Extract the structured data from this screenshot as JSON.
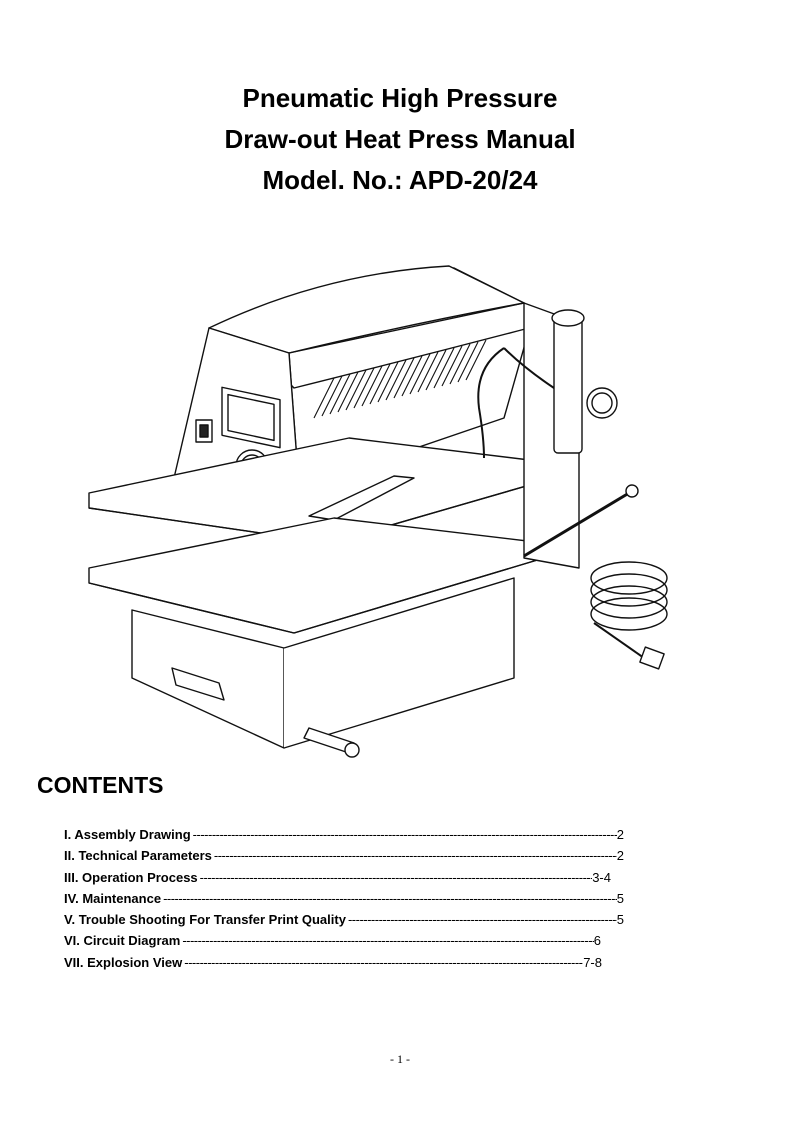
{
  "title": {
    "line1": "Pneumatic High Pressure",
    "line2": "Draw-out Heat Press Manual",
    "line3": "Model. No.: APD-20/24"
  },
  "contents": {
    "heading": "CONTENTS",
    "items": [
      {
        "label": "I. Assembly Drawing",
        "page": "2"
      },
      {
        "label": "II. Technical Parameters",
        "page": "2"
      },
      {
        "label": "III. Operation Process",
        "page": "3-4"
      },
      {
        "label": "IV. Maintenance",
        "page": "5"
      },
      {
        "label": "V. Trouble Shooting For Transfer Print Quality",
        "page": "5"
      },
      {
        "label": "VI. Circuit Diagram",
        "page": "6"
      },
      {
        "label": "VII. Explosion View",
        "page": "7-8"
      }
    ]
  },
  "footer": {
    "page_number": "- 1 -"
  }
}
